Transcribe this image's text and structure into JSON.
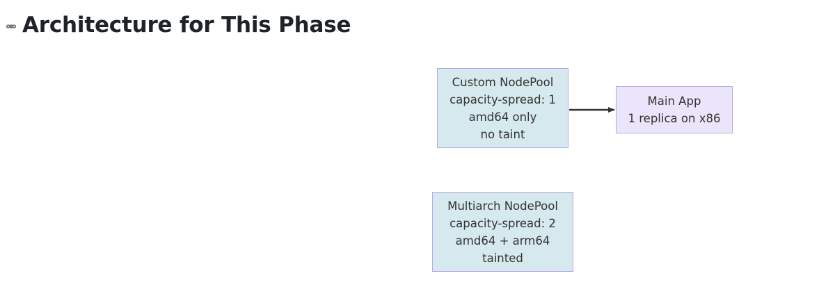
{
  "heading": {
    "text": "Architecture for This Phase",
    "anchor_icon": "link-icon"
  },
  "diagram": {
    "type": "flowchart",
    "direction": "left-to-right",
    "nodes": [
      {
        "id": "custom-nodepool",
        "label": "Custom NodePool\ncapacity-spread: 1\namd64 only\nno taint",
        "fill": "#d6e9ee",
        "stroke": "#b9a7e6"
      },
      {
        "id": "main-app",
        "label": "Main App\n1 replica on x86",
        "fill": "#eae5fb",
        "stroke": "#b9a7e6"
      },
      {
        "id": "multiarch-nodepool",
        "label": "Multiarch NodePool\ncapacity-spread: 2\namd64 + arm64\ntainted",
        "fill": "#d6e9ee",
        "stroke": "#b9a7e6"
      }
    ],
    "edges": [
      {
        "id": "custom-nodepool-to-main-app",
        "from": "custom-nodepool",
        "to": "main-app",
        "label": "",
        "arrow": "filled-triangle",
        "color": "#333333"
      }
    ]
  },
  "colors": {
    "page_background": "#ffffff",
    "heading_text": "#1f2328",
    "node_text": "#333333",
    "anchor_icon": "#6b6f76",
    "edge": "#333333"
  }
}
